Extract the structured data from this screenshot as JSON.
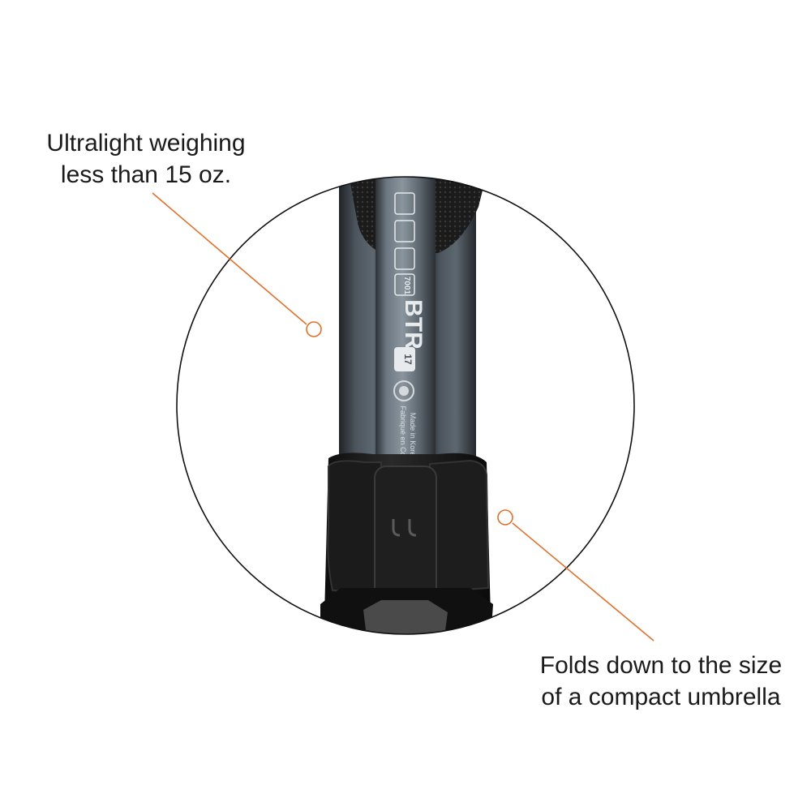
{
  "callouts": [
    {
      "lines": [
        "Ultralight weighing",
        "less than 15 oz."
      ]
    },
    {
      "lines": [
        "Folds down to the size",
        "of a compact umbrella"
      ]
    }
  ],
  "product_print": {
    "model": "BTR",
    "model_badge": "17",
    "spec_badge": "7001",
    "origin_line_1": "Made in Korea",
    "origin_line_2": "Fabriqué en Corée"
  },
  "colors": {
    "accent_line": "#e0712c",
    "circle_outline": "#111111",
    "tube_gray": "#58646e",
    "rubber_black": "#161616",
    "text": "#1a1a1a"
  },
  "icons": [
    "leader-dot-icon",
    "logo-mark-icon"
  ]
}
